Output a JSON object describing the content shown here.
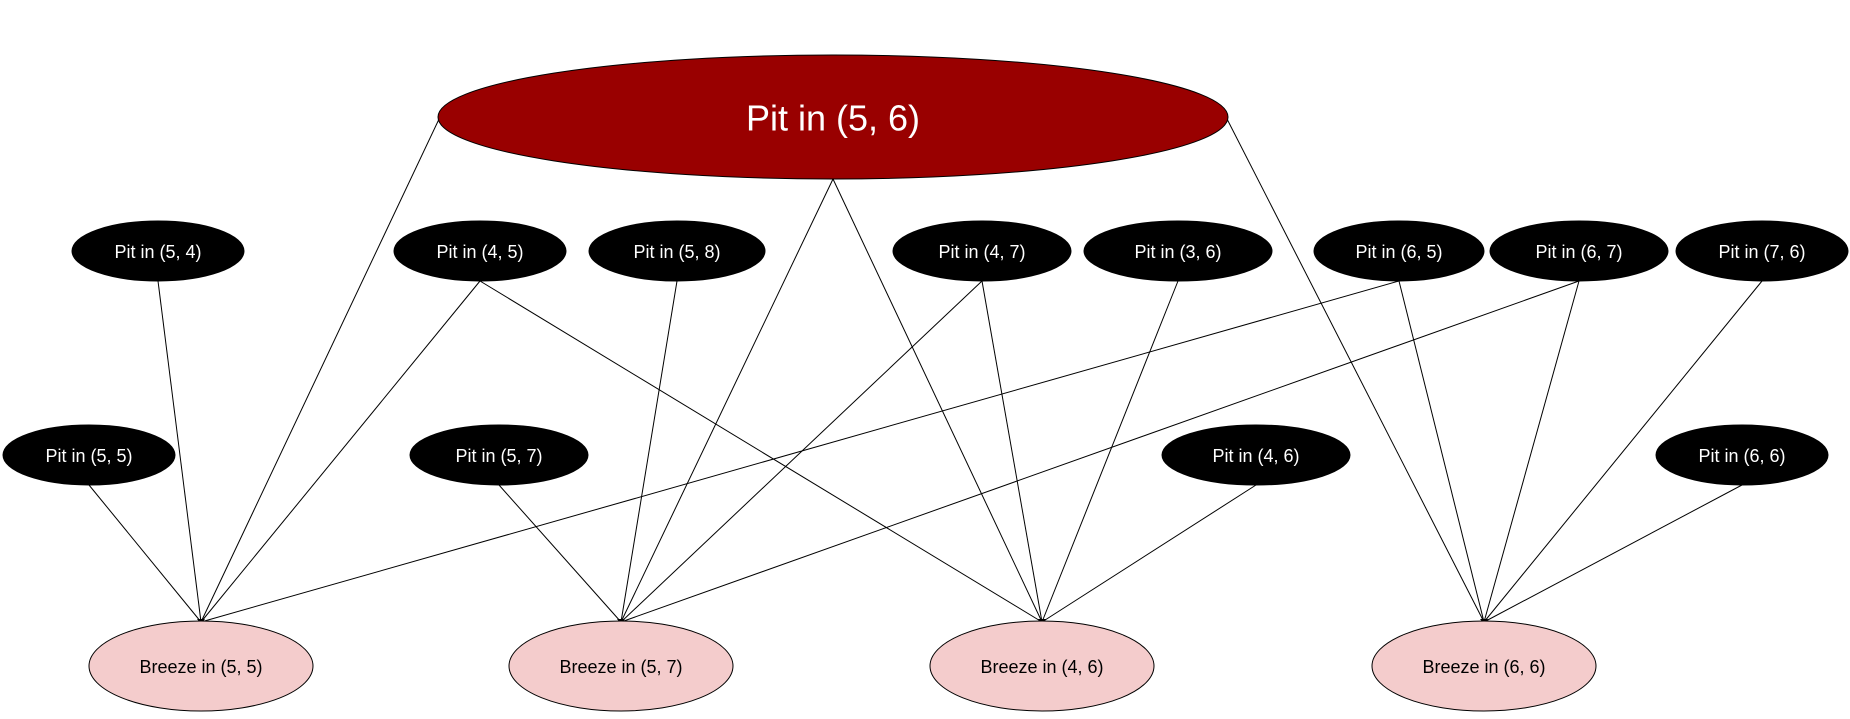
{
  "colors": {
    "root_fill": "#990000",
    "pit_fill": "#000000",
    "breeze_fill": "#f4cccc",
    "root_text": "#ffffff",
    "pit_text": "#ffffff",
    "breeze_text": "#000000",
    "edge": "#000000"
  },
  "diagram": {
    "nodes": [
      {
        "id": "root",
        "kind": "root",
        "label": "Pit in (5, 6)"
      },
      {
        "id": "p54",
        "kind": "pit",
        "label": "Pit in (5, 4)"
      },
      {
        "id": "p45",
        "kind": "pit",
        "label": "Pit in (4, 5)"
      },
      {
        "id": "p58",
        "kind": "pit",
        "label": "Pit in (5, 8)"
      },
      {
        "id": "p47",
        "kind": "pit",
        "label": "Pit in (4, 7)"
      },
      {
        "id": "p36",
        "kind": "pit",
        "label": "Pit in (3, 6)"
      },
      {
        "id": "p65",
        "kind": "pit",
        "label": "Pit in (6, 5)"
      },
      {
        "id": "p67",
        "kind": "pit",
        "label": "Pit in (6, 7)"
      },
      {
        "id": "p76",
        "kind": "pit",
        "label": "Pit in (7, 6)"
      },
      {
        "id": "p55",
        "kind": "pit",
        "label": "Pit in (5, 5)"
      },
      {
        "id": "p57",
        "kind": "pit",
        "label": "Pit in (5, 7)"
      },
      {
        "id": "p46",
        "kind": "pit",
        "label": "Pit in (4, 6)"
      },
      {
        "id": "p66",
        "kind": "pit",
        "label": "Pit in (6, 6)"
      },
      {
        "id": "b55",
        "kind": "breeze",
        "label": "Breeze in (5, 5)"
      },
      {
        "id": "b57",
        "kind": "breeze",
        "label": "Breeze in (5, 7)"
      },
      {
        "id": "b46",
        "kind": "breeze",
        "label": "Breeze in (4, 6)"
      },
      {
        "id": "b66",
        "kind": "breeze",
        "label": "Breeze in (6, 6)"
      }
    ],
    "edges": [
      [
        "root",
        "b55"
      ],
      [
        "root",
        "b57"
      ],
      [
        "root",
        "b46"
      ],
      [
        "root",
        "b66"
      ],
      [
        "p54",
        "b55"
      ],
      [
        "p55",
        "b55"
      ],
      [
        "p45",
        "b55"
      ],
      [
        "p65",
        "b55"
      ],
      [
        "p58",
        "b57"
      ],
      [
        "p57",
        "b57"
      ],
      [
        "p47",
        "b57"
      ],
      [
        "p67",
        "b57"
      ],
      [
        "p45",
        "b46"
      ],
      [
        "p47",
        "b46"
      ],
      [
        "p36",
        "b46"
      ],
      [
        "p46",
        "b46"
      ],
      [
        "p65",
        "b66"
      ],
      [
        "p67",
        "b66"
      ],
      [
        "p76",
        "b66"
      ],
      [
        "p66",
        "b66"
      ]
    ]
  }
}
